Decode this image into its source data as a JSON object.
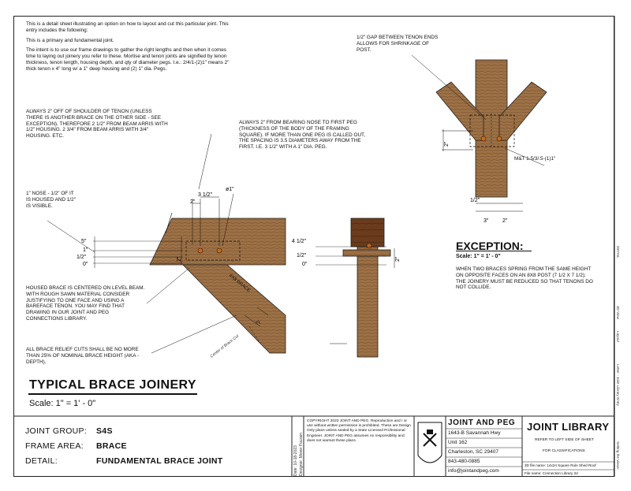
{
  "intro": {
    "p1": "This is a detail sheet illustrating an option on how to layout and cut this particular joint. This entry includes the following:",
    "p2": "This is a primary and fundamental joint.",
    "p3": "The intent is to use our frame drawings to gather the right lengths and then when it comes time to laying out joinery you refer to these. Mortise and tenon joints are signified by tenon thickness, tenon length, housing depth, and qty of diameter pegs. I.e.: 2/4/1-(2)1\" means 2\" thick tenon x 4\" long w/ a 1\" deep housing and (2) 1\" dia. Pegs."
  },
  "notes": {
    "shoulder": "ALWAYS 2\" OFF OF SHOULDER OF TENON (UNLESS THERE IS ANOTHER BRACE ON THE OTHER SIDE - SEE EXCEPTION). THEREFORE 2  1/2\" FROM BEAM ARRIS WITH 1/2\" HOUSING. 2 3/4\" FROM BEAM ARRIS WITH 3/4\" HOUSING. ETC.",
    "bearing": "ALWAYS 2\" FROM BEARING NOSE TO FIRST PEG (THICKNESS OF THE BODY OF THE FRAMING SQUARE). IF MORE THAN ONE PEG IS CALLED OUT, THE SPACING IS 3.5 DIAMETERS AWAY FROM THE FIRST.  I.E. 3 1/2\" WITH A 1\" DIA. PEG.",
    "nose": "1\" NOSE - 1/2\" OF IT IS HOUSED AND 1/2\" IS VISIBLE.",
    "housed": "HOUSED BRACE IS CENTERED ON LEVEL BEAM. WITH ROUGH SAWN MATERIAL CONSIDER JUSTIFYING TO ONE FACE AND USING A BAREFACE TENON. YOU MAY FIND THAT DRAWING IN OUR JOINT AND PEG CONNECTIONS LIBRARY.",
    "relief": "ALL BRACE RELIEF CUTS SHALL BE NO MORE THAN 25% OF NOMINAL BRACE HEIGHT (AKA - DEPTH).",
    "gap": "1/2\" GAP BETWEEN TENON ENDS ALLOWS FOR SHRINKAGE OF POST.",
    "mt": "M&T 1.5/3/.5-(1)1\"",
    "exception_body": "WHEN TWO BRACES SPRING FROM THE SAME HEIGHT ON OPPOSITE FACES ON AN 8X8 POST (7 1/2 X 7 1/2); THE JOINERY MUST BE REDUCED SO THAT TENONS DO NOT COLLIDE."
  },
  "dims": {
    "five": "5\"",
    "one": "1\"",
    "half": "1/2\"",
    "zero": "0\"",
    "two": "2\"",
    "three_half": "3 1/2\"",
    "phi": "ø1\"",
    "four_half": "4 1/2\"",
    "three": "3\"",
    "brace_label": "4X8 BRACE",
    "center_label": "Center of Brace Cut"
  },
  "titles": {
    "main": "TYPICAL BRACE JOINERY",
    "main_scale": "Scale:  1\" = 1' - 0\"",
    "exception": "EXCEPTION:",
    "exception_scale": "Scale:  1\" = 1' - 0\""
  },
  "titleblock": {
    "group_key": "JOINT GROUP:",
    "group_val": "S4S",
    "area_key": "FRAME AREA:",
    "area_val": "BRACE",
    "detail_key": "DETAIL:",
    "detail_val": "FUNDAMENTAL BRACE JOINT",
    "date_label": "Date:",
    "date": "10-18-2023",
    "designer_label": "Designer:",
    "designer": "Mever Fourain",
    "copyright": "COPYRIGHT 2023 JOINT AND PEG. Reproduction and / or use without written permission is prohibited. These are Design Only plans unless sealed by a State Licensed Professional Engineer. JOINT AND PEG assumes no responsibility and does not warrant these plans.",
    "company": "JOINT AND PEG",
    "addr1": "1643-B Savannah Hwy",
    "addr2": "Unit 162",
    "addr3": "Charleston, SC 29407",
    "phone": "843-480-0885",
    "email": "info@jointandpeg.com",
    "library": "JOINT LIBRARY",
    "refer": "REFER TO LEFT SIDE OF SHEET",
    "class": "FOR CLASSIFICATIONS",
    "file3d_label": "3D file name:",
    "file3d": "14x24 Square Rule Shed Roof",
    "file_label": "File name:",
    "file": "Connection Library 2d"
  },
  "side": {
    "s1": "DETAIL",
    "s2": "3D View",
    "s3": "Layout",
    "s4": "Letter - Joint Library Entry",
    "s5": "Setting the views:"
  }
}
